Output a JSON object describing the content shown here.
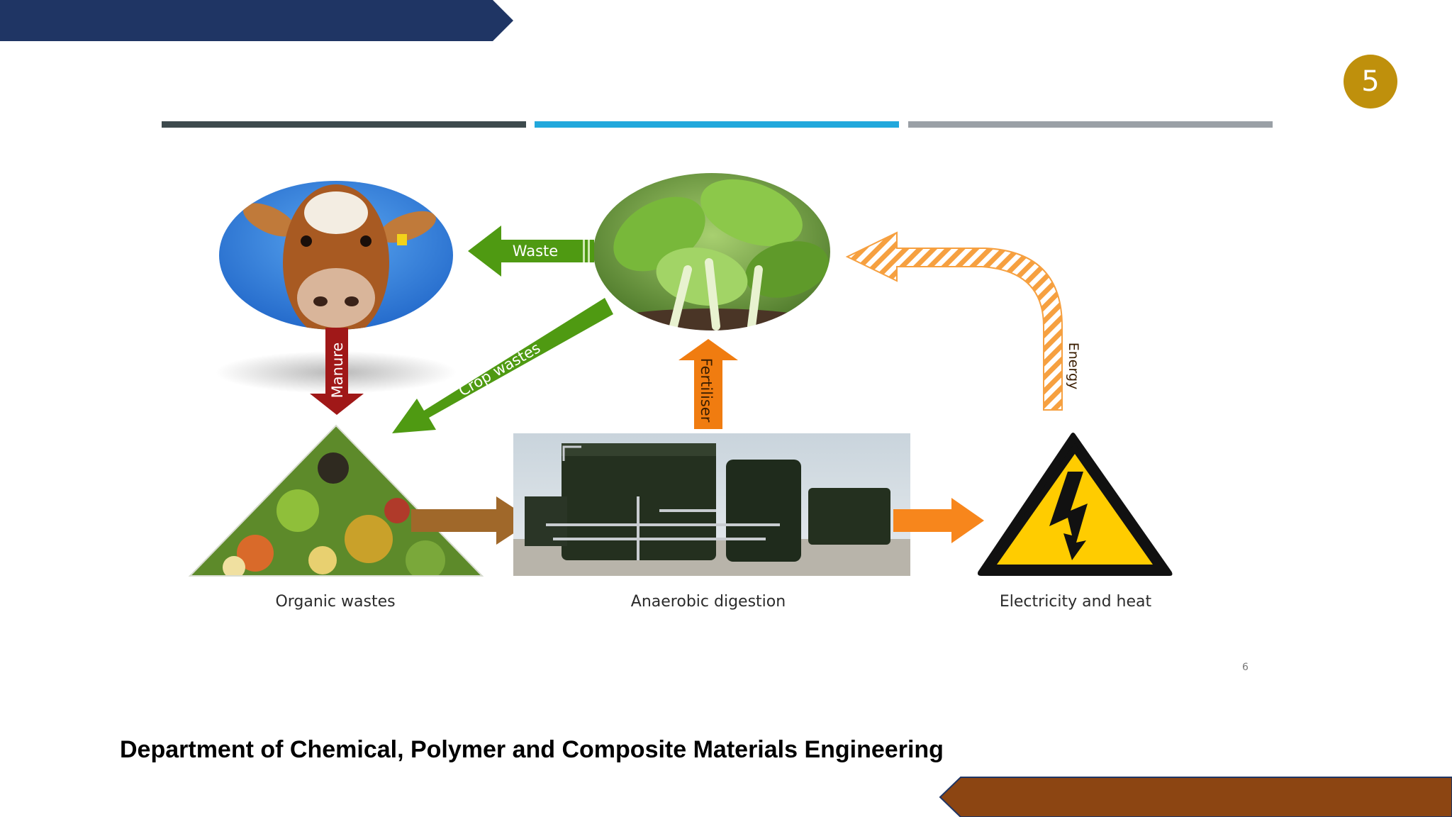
{
  "slide": {
    "page_number": "5",
    "footer_text": "Department of Chemical, Polymer and Composite Materials Engineering",
    "embedded_page_number": "6"
  },
  "colors": {
    "top_banner": "#1f3564",
    "bottom_banner": "#8c4512",
    "badge": "#bf900c",
    "rule_1": "#3d4a4d",
    "rule_2": "#22a8dc",
    "rule_3": "#9aa0a6",
    "waste_arrow": "#4f9a12",
    "manure_arrow": "#a01818",
    "fertiliser_arrow": "#f07c10",
    "energy_arrow": "#f6a040",
    "feed_arrow": "#a0682a",
    "output_arrow": "#f7861c",
    "warning_yellow": "#ffcc00"
  },
  "diagram": {
    "nodes": [
      {
        "id": "cow",
        "label": ""
      },
      {
        "id": "crops",
        "label": ""
      },
      {
        "id": "organic_wastes",
        "label": "Organic wastes"
      },
      {
        "id": "anaerobic_digestion",
        "label": "Anaerobic digestion"
      },
      {
        "id": "electricity_heat",
        "label": "Electricity and heat"
      }
    ],
    "arrows": {
      "waste": "Waste",
      "manure": "Manure",
      "crop_wastes": "Crop wastes",
      "fertiliser": "Fertiliser",
      "energy": "Energy"
    },
    "icons": [
      "cow-photo-icon",
      "crop-photo-icon",
      "waste-heap-icon",
      "digester-tanks-icon",
      "high-voltage-warning-icon"
    ]
  }
}
